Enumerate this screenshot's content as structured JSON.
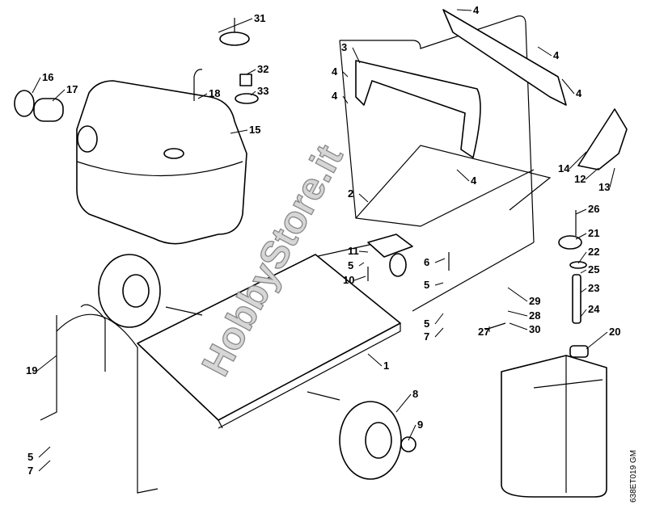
{
  "diagram": {
    "watermark": "HobbyStore.it",
    "drawing_code": "638ET019 GM",
    "callouts": [
      "31",
      "32",
      "33",
      "16",
      "17",
      "18",
      "15",
      "3",
      "4",
      "4",
      "4",
      "4",
      "4",
      "4",
      "14",
      "12",
      "13",
      "2",
      "26",
      "21",
      "22",
      "25",
      "23",
      "24",
      "20",
      "11",
      "5",
      "10",
      "6",
      "5",
      "29",
      "28",
      "30",
      "27",
      "5",
      "7",
      "1",
      "19",
      "8",
      "9",
      "5",
      "7"
    ]
  }
}
